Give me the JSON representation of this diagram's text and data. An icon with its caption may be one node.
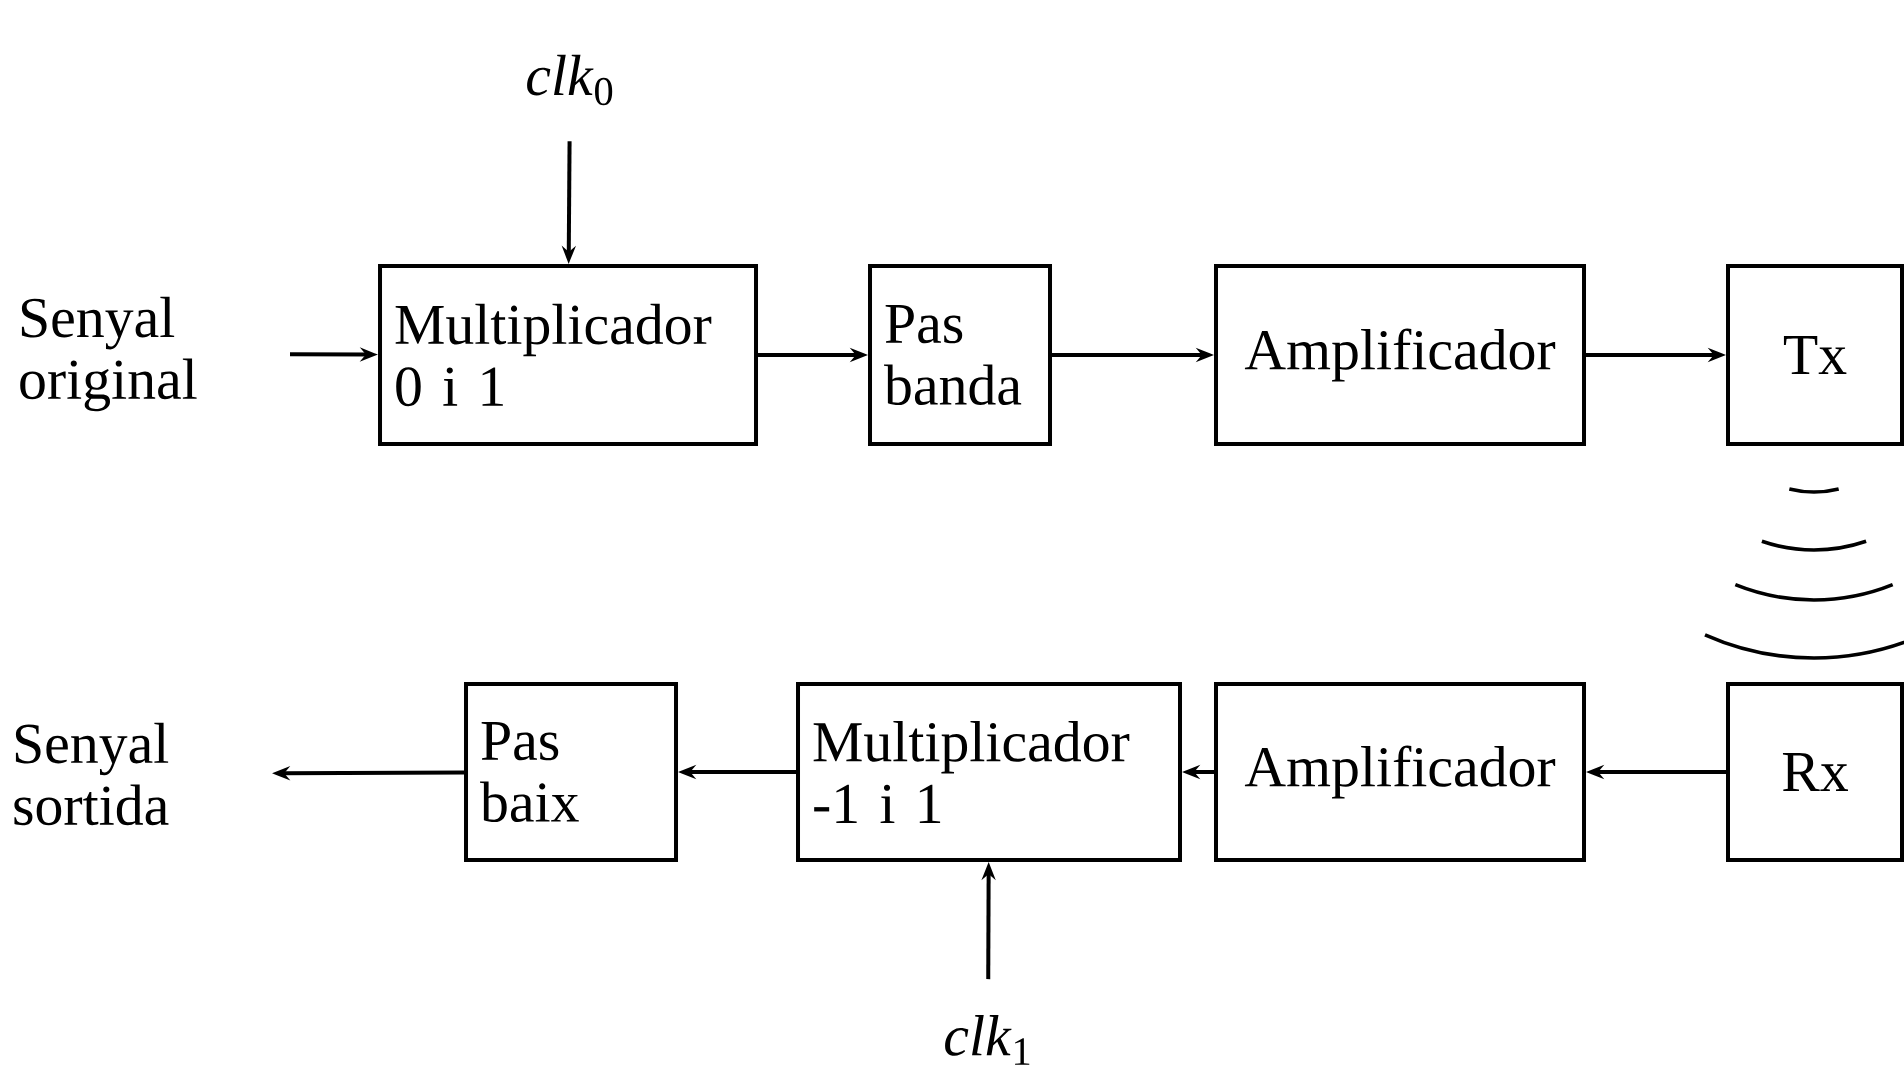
{
  "diagram": {
    "nodes": [
      {
        "text": [
          "Senyal original"
        ]
      },
      {
        "text": [
          "Multiplicador 0 i 1"
        ]
      },
      {
        "text": [
          "Pas banda"
        ]
      },
      {
        "text": [
          "Amplificador"
        ]
      },
      {
        "text": [
          "Tx"
        ]
      },
      {
        "text": [
          "*clk*$_{0}$"
        ]
      },
      {
        "text": [
          "Senyal sortida"
        ]
      },
      {
        "text": [
          "Pas baix"
        ]
      },
      {
        "text": [
          "Multiplicador -1 i 1"
        ]
      },
      {
        "text": [
          "Amplificador"
        ]
      },
      {
        "text": [
          "Rx"
        ]
      },
      {
        "text": [
          "*clk*$_{1}$"
        ]
      }
    ],
    "edges": [
      {
        "from": 0,
        "to": 1,
        "arrow": "to"
      },
      {
        "from": 5,
        "to": 1,
        "arrow": "to"
      },
      {
        "from": 1,
        "to": 2,
        "arrow": "to"
      },
      {
        "from": 2,
        "to": 3,
        "arrow": "to"
      },
      {
        "from": 3,
        "to": 4,
        "arrow": "to"
      },
      {
        "from": 10,
        "to": 9,
        "arrow": "to"
      },
      {
        "from": 9,
        "to": 8,
        "arrow": "to"
      },
      {
        "from": 11,
        "to": 8,
        "arrow": "to"
      },
      {
        "from": 8,
        "to": 7,
        "arrow": "to"
      },
      {
        "from": 7,
        "to": 6,
        "arrow": "to"
      }
    ]
  }
}
